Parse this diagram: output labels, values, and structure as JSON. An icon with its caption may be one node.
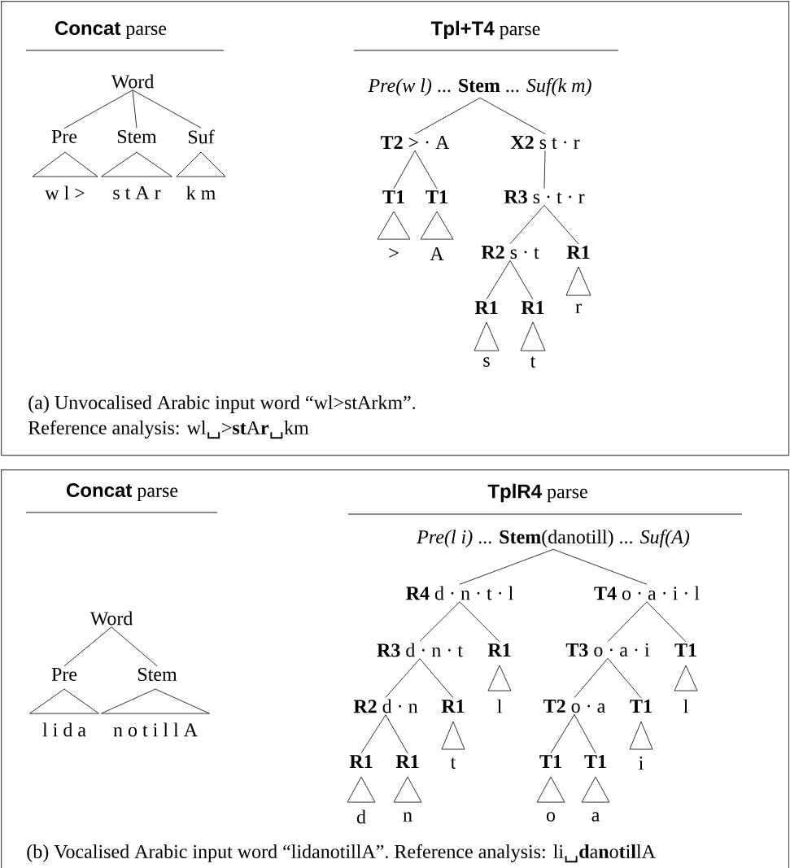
{
  "diagram": {
    "nodes": [
      {
        "text": [
          "**Concat** parse",
          "**Tpl+T4** parse",
          "(a) Unvocalised Arabic input word “wl>stArkm”.",
          "Reference analysis: wl␣>**st**A**r**␣km"
        ]
      },
      {
        "text": [
          "Word"
        ],
        "in": 0
      },
      {
        "text": [
          "Pre"
        ],
        "in": 0
      },
      {
        "text": [
          "Stem"
        ],
        "in": 0
      },
      {
        "text": [
          "Suf"
        ],
        "in": 0
      },
      {
        "text": [],
        "shape": "triangle",
        "beside": [
          "w l >"
        ],
        "in": 0
      },
      {
        "text": [],
        "shape": "triangle",
        "beside": [
          "s t A r"
        ],
        "in": 0
      },
      {
        "text": [],
        "shape": "triangle",
        "beside": [
          "k m"
        ],
        "in": 0
      },
      {
        "text": [
          "*Pre(w l)* ... **Stem** ... *Suf(k m)*"
        ],
        "in": 0
      },
      {
        "text": [
          "**T2** > · A"
        ],
        "in": 0
      },
      {
        "text": [
          "**X2** s t · r"
        ],
        "in": 0
      },
      {
        "text": [
          "**T1**"
        ],
        "in": 0
      },
      {
        "text": [
          "**T1**"
        ],
        "in": 0
      },
      {
        "text": [
          "**R3** s · t · r"
        ],
        "in": 0
      },
      {
        "text": [],
        "shape": "triangle",
        "beside": [
          ">"
        ],
        "in": 0
      },
      {
        "text": [],
        "shape": "triangle",
        "beside": [
          "A"
        ],
        "in": 0
      },
      {
        "text": [
          "**R2** s · t"
        ],
        "in": 0
      },
      {
        "text": [
          "**R1**"
        ],
        "in": 0
      },
      {
        "text": [],
        "shape": "triangle",
        "beside": [
          "r"
        ],
        "in": 0
      },
      {
        "text": [
          "**R1**"
        ],
        "in": 0
      },
      {
        "text": [
          "**R1**"
        ],
        "in": 0
      },
      {
        "text": [],
        "shape": "triangle",
        "beside": [
          "s"
        ],
        "in": 0
      },
      {
        "text": [],
        "shape": "triangle",
        "beside": [
          "t"
        ],
        "in": 0
      },
      {
        "text": [
          "**Concat** parse",
          "**TplR4** parse",
          "(b) Vocalised Arabic input word “lidanotillA”. Reference analysis: li␣**d**a**n**o**t**i**l**lA"
        ]
      },
      {
        "text": [
          "Word"
        ],
        "in": 23
      },
      {
        "text": [
          "Pre"
        ],
        "in": 23
      },
      {
        "text": [
          "Stem"
        ],
        "in": 23
      },
      {
        "text": [],
        "shape": "triangle",
        "beside": [
          "l i d a"
        ],
        "in": 23
      },
      {
        "text": [],
        "shape": "triangle",
        "beside": [
          "n o t i l l A"
        ],
        "in": 23
      },
      {
        "text": [
          "*Pre(l i)* ... **Stem**(danotill) ... *Suf(A)*"
        ],
        "in": 23
      },
      {
        "text": [
          "**R4** d · n · t · l"
        ],
        "in": 23
      },
      {
        "text": [
          "**T4** o · a · i · l"
        ],
        "in": 23
      },
      {
        "text": [
          "**R3** d · n · t"
        ],
        "in": 23
      },
      {
        "text": [
          "**R1**"
        ],
        "in": 23
      },
      {
        "text": [
          "**T3** o · a · i"
        ],
        "in": 23
      },
      {
        "text": [
          "**T1**"
        ],
        "in": 23
      },
      {
        "text": [],
        "shape": "triangle",
        "beside": [
          "l"
        ],
        "in": 23
      },
      {
        "text": [],
        "shape": "triangle",
        "beside": [
          "l"
        ],
        "in": 23
      },
      {
        "text": [
          "**R2** d · n"
        ],
        "in": 23
      },
      {
        "text": [
          "**R1**"
        ],
        "in": 23
      },
      {
        "text": [
          "**T2** o · a"
        ],
        "in": 23
      },
      {
        "text": [
          "**T1**"
        ],
        "in": 23
      },
      {
        "text": [],
        "shape": "triangle",
        "beside": [
          "t"
        ],
        "in": 23
      },
      {
        "text": [],
        "shape": "triangle",
        "beside": [
          "i"
        ],
        "in": 23
      },
      {
        "text": [
          "**R1**"
        ],
        "in": 23
      },
      {
        "text": [
          "**R1**"
        ],
        "in": 23
      },
      {
        "text": [
          "**T1**"
        ],
        "in": 23
      },
      {
        "text": [
          "**T1**"
        ],
        "in": 23
      },
      {
        "text": [],
        "shape": "triangle",
        "beside": [
          "d"
        ],
        "in": 23
      },
      {
        "text": [],
        "shape": "triangle",
        "beside": [
          "n"
        ],
        "in": 23
      },
      {
        "text": [],
        "shape": "triangle",
        "beside": [
          "o"
        ],
        "in": 23
      },
      {
        "text": [],
        "shape": "triangle",
        "beside": [
          "a"
        ],
        "in": 23
      }
    ],
    "edges": [
      {
        "from": 1,
        "to": 2,
        "arrow": "none"
      },
      {
        "from": 1,
        "to": 3,
        "arrow": "none"
      },
      {
        "from": 1,
        "to": 4,
        "arrow": "none"
      },
      {
        "from": 8,
        "to": 9,
        "arrow": "none"
      },
      {
        "from": 8,
        "to": 10,
        "arrow": "none"
      },
      {
        "from": 9,
        "to": 11,
        "arrow": "none"
      },
      {
        "from": 9,
        "to": 12,
        "arrow": "none"
      },
      {
        "from": 10,
        "to": 13,
        "arrow": "none"
      },
      {
        "from": 13,
        "to": 16,
        "arrow": "none"
      },
      {
        "from": 13,
        "to": 17,
        "arrow": "none"
      },
      {
        "from": 16,
        "to": 19,
        "arrow": "none"
      },
      {
        "from": 16,
        "to": 20,
        "arrow": "none"
      },
      {
        "from": 24,
        "to": 25,
        "arrow": "none"
      },
      {
        "from": 24,
        "to": 26,
        "arrow": "none"
      },
      {
        "from": 29,
        "to": 30,
        "arrow": "none"
      },
      {
        "from": 29,
        "to": 31,
        "arrow": "none"
      },
      {
        "from": 30,
        "to": 32,
        "arrow": "none"
      },
      {
        "from": 30,
        "to": 33,
        "arrow": "none"
      },
      {
        "from": 31,
        "to": 34,
        "arrow": "none"
      },
      {
        "from": 31,
        "to": 35,
        "arrow": "none"
      },
      {
        "from": 32,
        "to": 38,
        "arrow": "none"
      },
      {
        "from": 32,
        "to": 39,
        "arrow": "none"
      },
      {
        "from": 34,
        "to": 40,
        "arrow": "none"
      },
      {
        "from": 34,
        "to": 41,
        "arrow": "none"
      },
      {
        "from": 38,
        "to": 44,
        "arrow": "none"
      },
      {
        "from": 38,
        "to": 45,
        "arrow": "none"
      },
      {
        "from": 40,
        "to": 46,
        "arrow": "none"
      },
      {
        "from": 40,
        "to": 47,
        "arrow": "none"
      }
    ]
  }
}
